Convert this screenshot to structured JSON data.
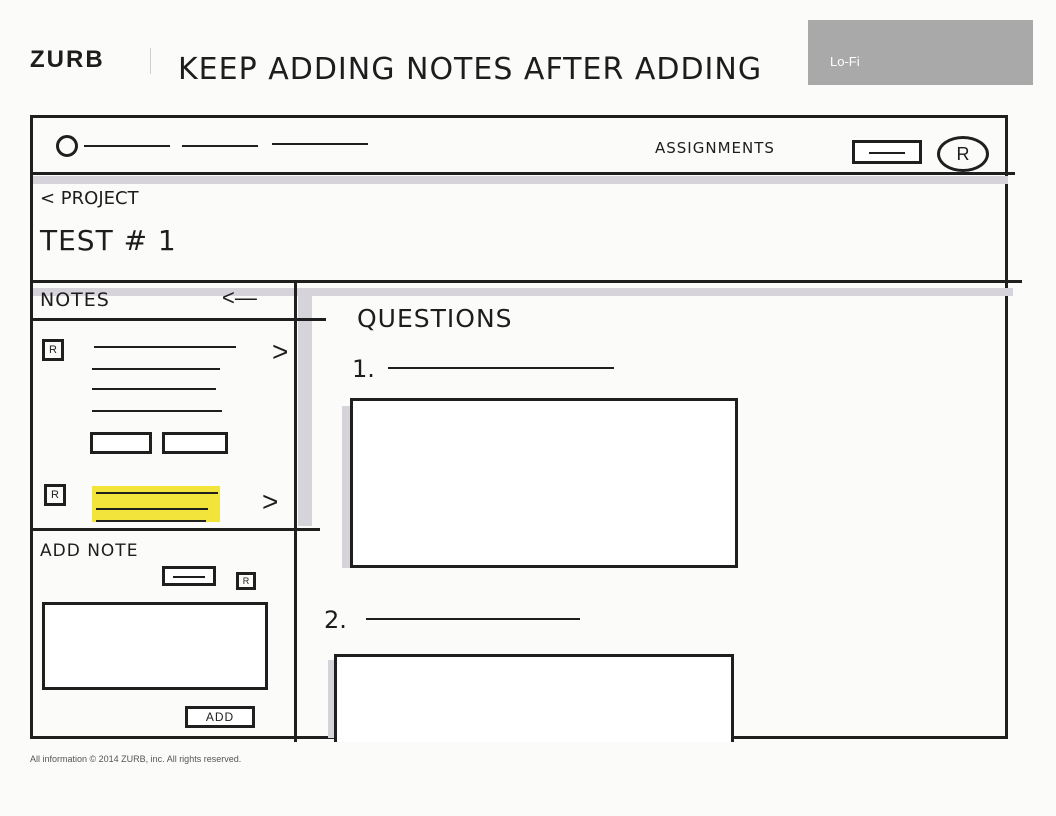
{
  "header": {
    "brand": "ZURB",
    "title": "KEEP ADDING NOTES AFTER ADDING",
    "badge": "Lo-Fi"
  },
  "app": {
    "nav": {
      "assignments_label": "ASSIGNMENTS",
      "avatar_initial": "R"
    },
    "breadcrumb": "< PROJECT",
    "test_title": "TEST # 1",
    "notes_panel": {
      "title": "NOTES",
      "arrow": "<—",
      "items": [
        {
          "avatar": "R",
          "chevron": ">"
        },
        {
          "avatar": "R",
          "chevron": ">",
          "highlighted": true
        }
      ],
      "add_note_title": "ADD NOTE",
      "add_note_avatar": "R",
      "add_button": "ADD"
    },
    "questions": {
      "title": "QUESTIONS",
      "items": [
        {
          "number": "1."
        },
        {
          "number": "2."
        }
      ]
    }
  },
  "footer": "All information © 2014 ZURB, inc.  All rights reserved.",
  "colors": {
    "ink": "#1f1f1f",
    "badge_gray": "#a9a9a9",
    "shadow": "#d6d4da",
    "highlight": "#f2e43a"
  }
}
